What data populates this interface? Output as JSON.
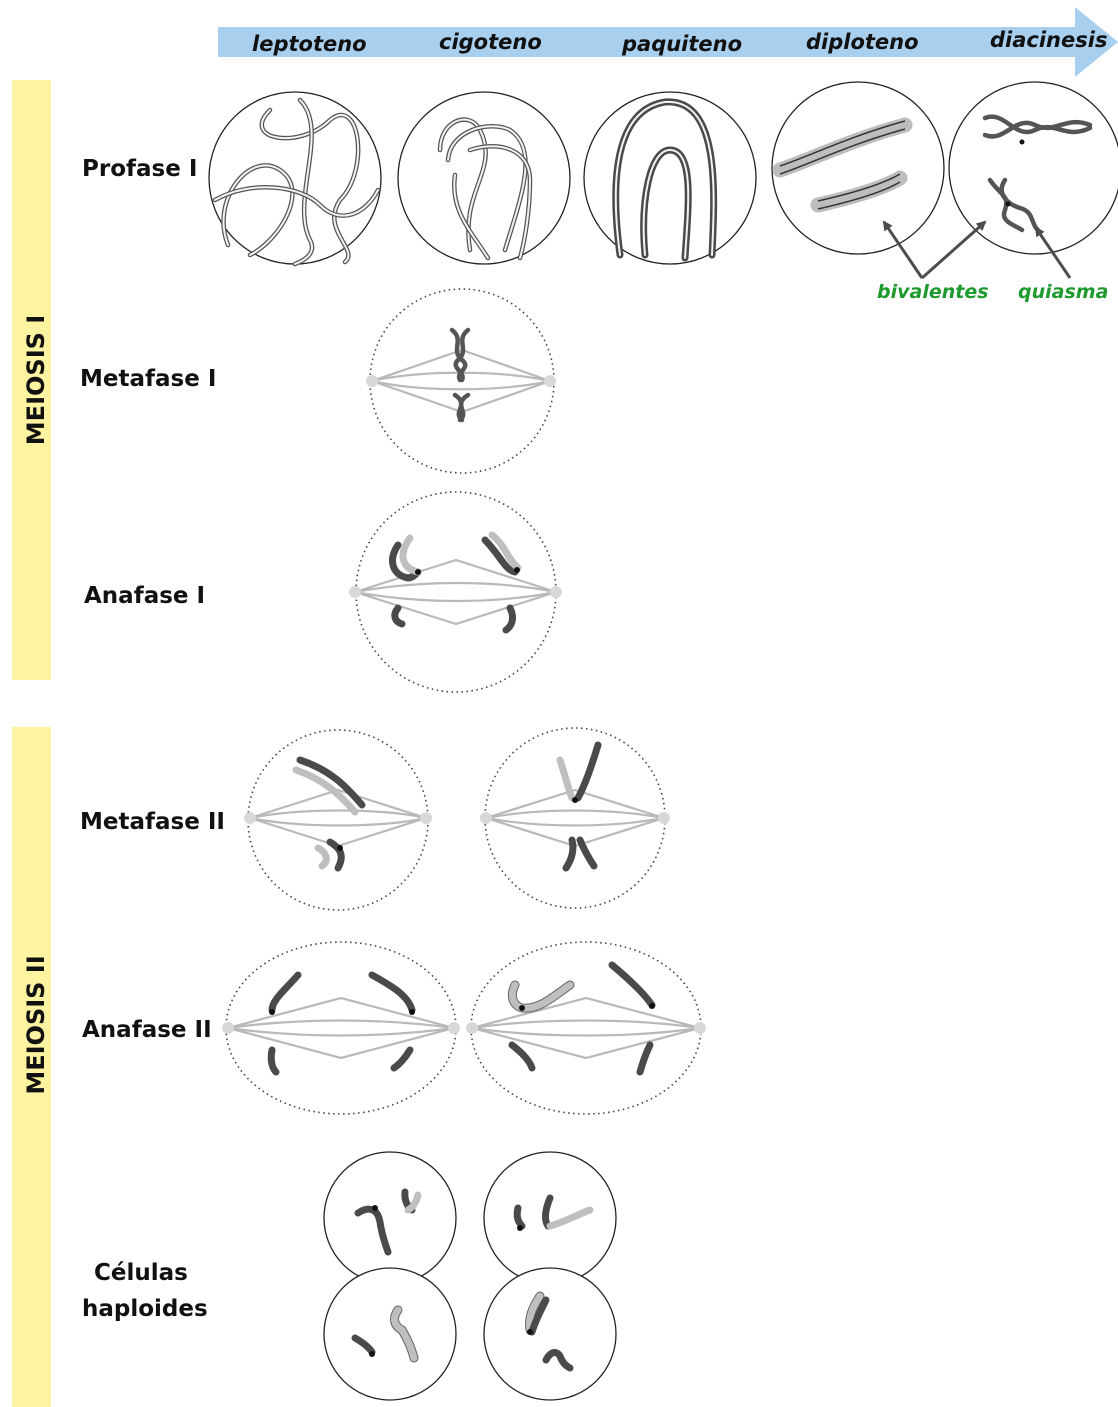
{
  "stages": [
    "leptoteno",
    "cigoteno",
    "paquiteno",
    "diploteno",
    "diacinesis"
  ],
  "rows": {
    "profase_1": "Profase I",
    "metafase_1": "Metafase I",
    "anafase_1": "Anafase I",
    "metafase_2": "Metafase II",
    "anafase_2": "Anafase II",
    "celulas_line1": "Células",
    "celulas_line2": "haploides"
  },
  "sections": {
    "meiosis_1": "MEIOSIS I",
    "meiosis_2": "MEIOSIS II"
  },
  "annotations": {
    "bivalentes": "bivalentes",
    "quiasma": "quiasma"
  },
  "colors": {
    "stage_arrow": "#a9cfee",
    "section_bar": "#fdf3a0",
    "annotation_text": "#1e9a2e",
    "annotation_arrow": "#4d4d4d"
  }
}
